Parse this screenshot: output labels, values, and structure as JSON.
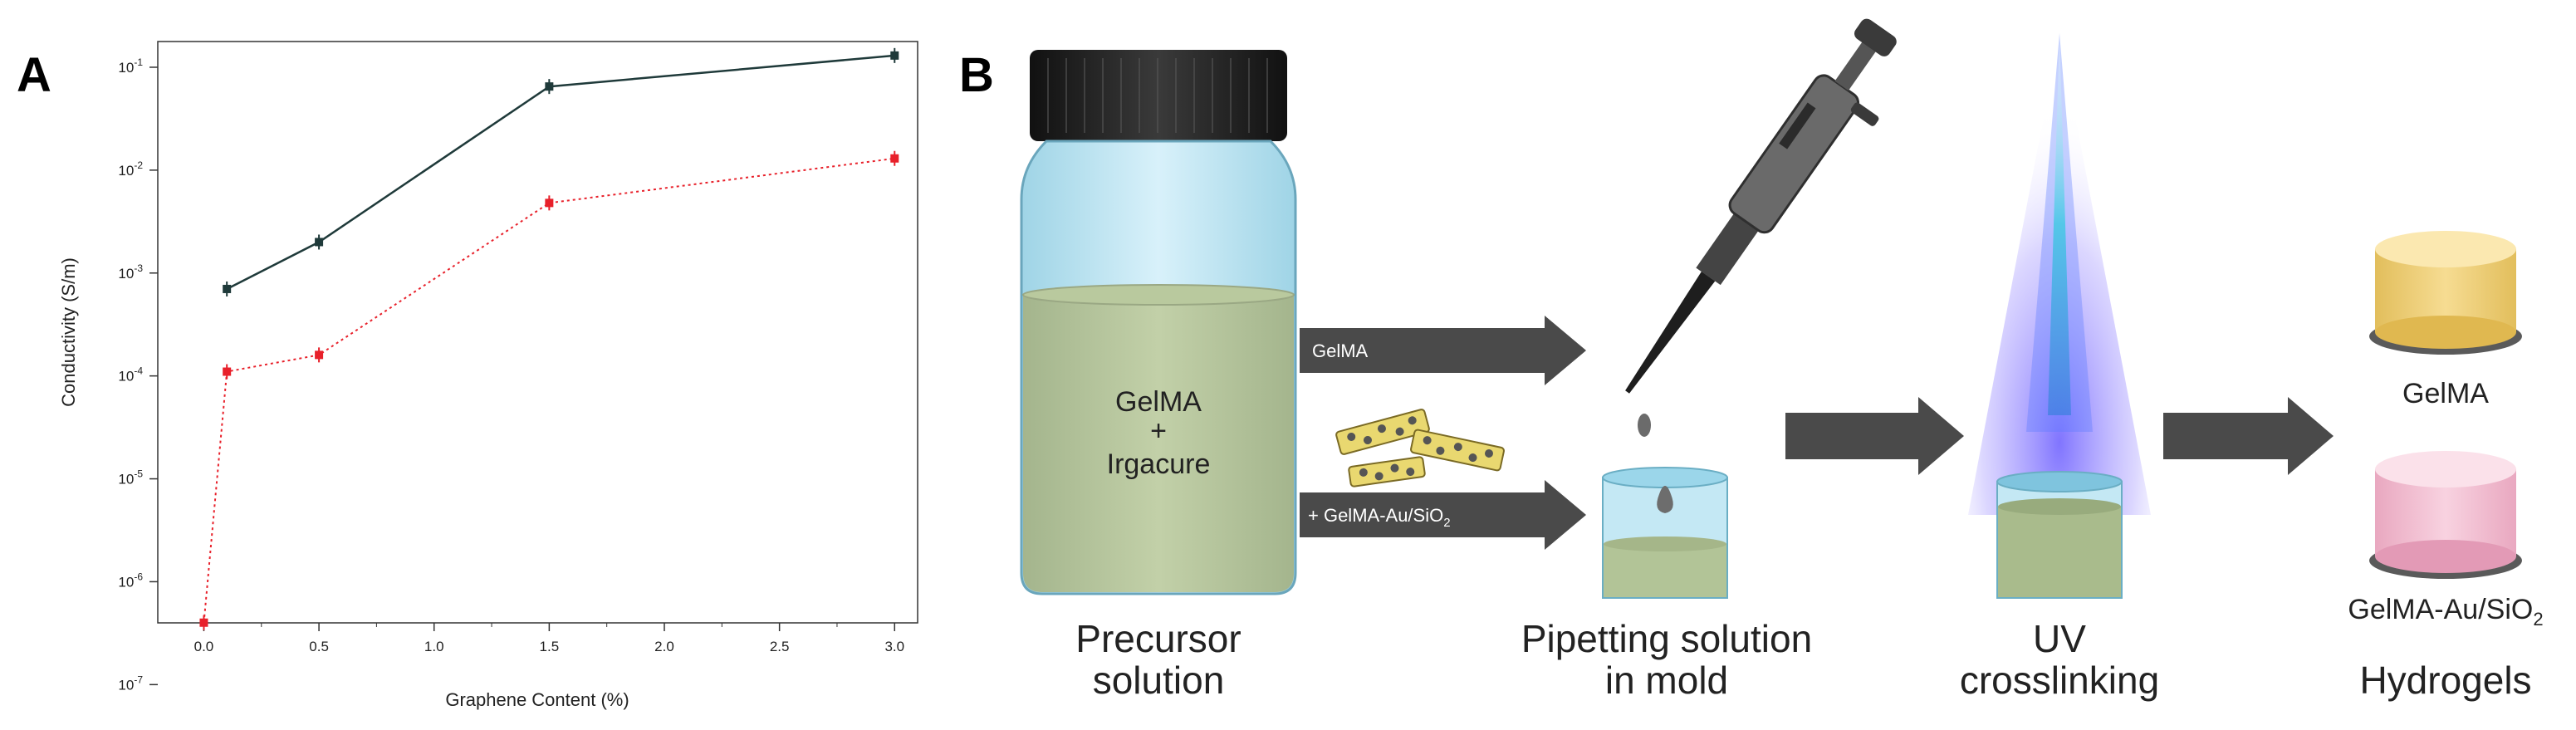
{
  "panel_a": {
    "letter": "A",
    "chart_data": {
      "type": "line",
      "x": [
        0.0,
        0.1,
        0.5,
        1.5,
        3.0
      ],
      "series": [
        {
          "name": "",
          "color": "#1f3a3a",
          "values": [
            null,
            0.0007,
            0.002,
            0.065,
            0.13
          ]
        },
        {
          "name": "",
          "color": "#e8202a",
          "values": [
            4e-07,
            0.00011,
            0.00016,
            0.0048,
            0.013
          ]
        }
      ],
      "xlabel": "Graphene Content (%)",
      "ylabel": "Conductivity (S/m)",
      "xlim": [
        -0.2,
        3.1
      ],
      "yscale": "log",
      "ylim_exp": [
        -6.4,
        -0.75
      ],
      "x_ticks": [
        "0.0",
        "0.5",
        "1.0",
        "1.5",
        "2.0",
        "2.5",
        "3.0"
      ],
      "y_tick_bases": [
        "10",
        "10",
        "10",
        "10",
        "10",
        "10",
        "10"
      ],
      "y_tick_exps": [
        "-7",
        "-6",
        "-5",
        "-4",
        "-3",
        "-2",
        "-1"
      ]
    }
  },
  "panel_b": {
    "letter": "B",
    "jar_text": {
      "line1": "GelMA",
      "line2": "+",
      "line3": "Irgacure"
    },
    "arrow_gelma": "GelMA",
    "arrow_au": "+ GelMA-Au/SiO",
    "arrow_au_sub": "2",
    "step_labels": {
      "precursor_1": "Precursor",
      "precursor_2": "solution",
      "pipette_1": "Pipetting solution",
      "pipette_2": "in mold",
      "uv_1": "UV",
      "uv_2": "crosslinking",
      "hydrogels": "Hydrogels"
    },
    "hydrogel_gelma": "GelMA",
    "hydrogel_au": "GelMA-Au/SiO",
    "hydrogel_au_sub": "2"
  }
}
